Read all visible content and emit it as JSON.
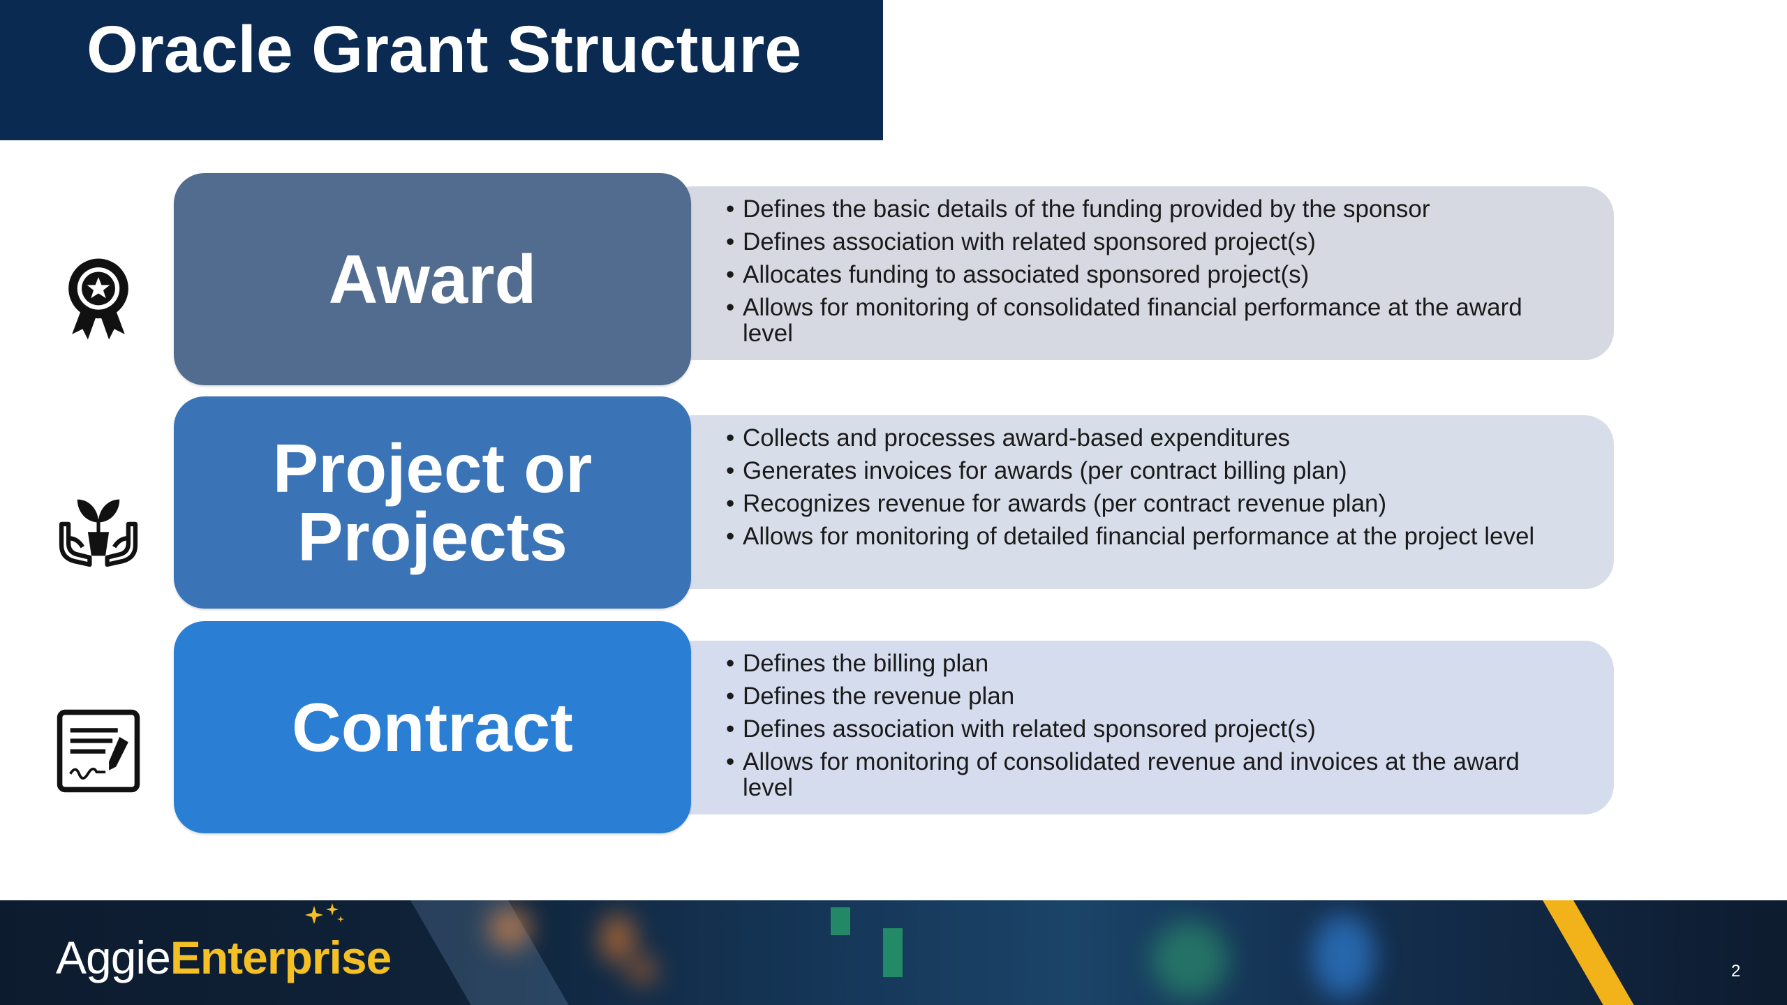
{
  "slide": {
    "title": "Oracle Grant Structure",
    "page_number": "2"
  },
  "rows": [
    {
      "label": "Award",
      "icon": "award-ribbon-icon",
      "bullets": [
        "Defines the basic details of the funding provided by the sponsor",
        "Defines association with related sponsored project(s)",
        "Allocates funding to associated sponsored project(s)",
        "Allows for monitoring of consolidated financial performance at the award level"
      ]
    },
    {
      "label_line1": "Project or",
      "label_line2": "Projects",
      "icon": "hands-plant-icon",
      "bullets": [
        "Collects and processes award-based expenditures",
        "Generates invoices for awards (per contract billing plan)",
        "Recognizes revenue for awards (per contract revenue plan)",
        "Allows for monitoring of detailed financial performance at the project level"
      ]
    },
    {
      "label": "Contract",
      "icon": "signed-contract-icon",
      "bullets": [
        "Defines the billing plan",
        "Defines the revenue plan",
        "Defines association with related sponsored project(s)",
        "Allows for monitoring of consolidated revenue and invoices at the award level"
      ]
    }
  ],
  "footer": {
    "logo_part1": "Aggie",
    "logo_part2": "Enterprise",
    "logo_icon": "sparkle-icon"
  },
  "colors": {
    "title_bar": "#0b2a52",
    "award_box": "#526c8f",
    "project_box": "#3a73b6",
    "contract_box": "#2a7fd4",
    "brand_gold": "#f5c026"
  }
}
